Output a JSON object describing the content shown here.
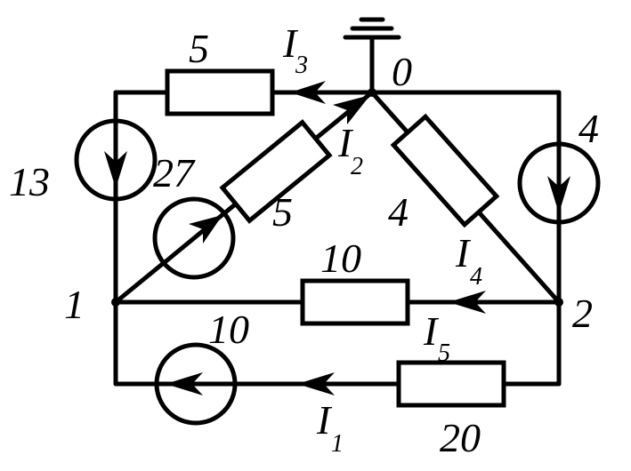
{
  "nodes": {
    "n0": "0",
    "n1": "1",
    "n2": "2"
  },
  "elements": {
    "r_top": "5",
    "r_diag_left": "5",
    "r_diag_right": "4",
    "r_middle": "10",
    "r_bottom": "20",
    "src_left": "13",
    "src_diag": "27",
    "src_right": "4",
    "src_bottom": "10"
  },
  "currents": {
    "i1": {
      "main": "I",
      "sub": "1"
    },
    "i2": {
      "main": "I",
      "sub": "2"
    },
    "i3": {
      "main": "I",
      "sub": "3"
    },
    "i4": {
      "main": "I",
      "sub": "4"
    },
    "i5": {
      "main": "I",
      "sub": "5"
    }
  }
}
